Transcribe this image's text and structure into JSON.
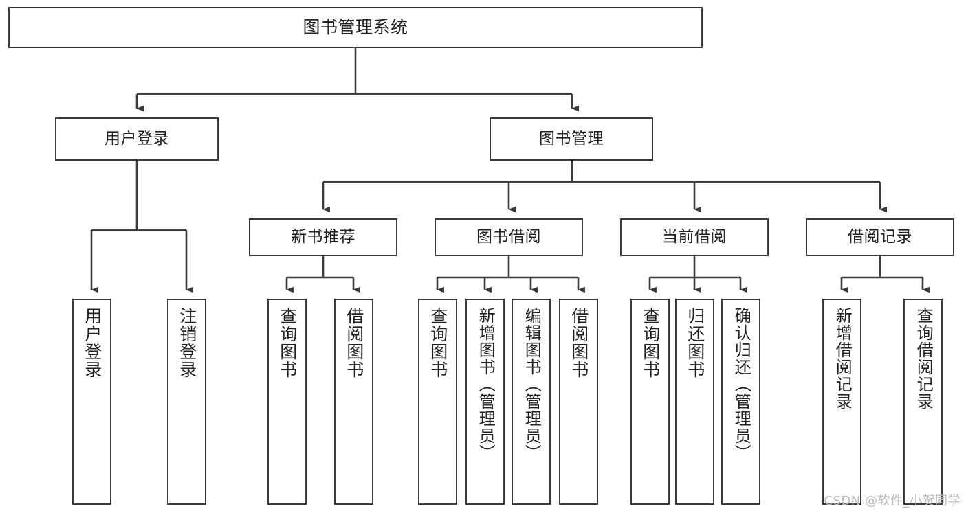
{
  "diagram": {
    "type": "tree",
    "title": "图书管理系统",
    "watermark": "CSDN @软件_小贺同学",
    "colors": {
      "stroke": "#3b3b3b",
      "fill": "#ffffff",
      "text": "#222222",
      "watermark": "#b9b9b9"
    },
    "root": {
      "id": "root",
      "label": "图书管理系统"
    },
    "level2": [
      {
        "id": "user-login",
        "label": "用户登录"
      },
      {
        "id": "book-manage",
        "label": "图书管理"
      }
    ],
    "level3": [
      {
        "id": "new-book-rec",
        "label": "新书推荐",
        "parent": "book-manage"
      },
      {
        "id": "book-borrow",
        "label": "图书借阅",
        "parent": "book-manage"
      },
      {
        "id": "current-borrow",
        "label": "当前借阅",
        "parent": "book-manage"
      },
      {
        "id": "borrow-record",
        "label": "借阅记录",
        "parent": "book-manage"
      }
    ],
    "leaves": {
      "user-login": [
        {
          "id": "leaf-user-login",
          "label": "用户登录"
        },
        {
          "id": "leaf-logout",
          "label": "注销登录"
        }
      ],
      "new-book-rec": [
        {
          "id": "leaf-query-book-1",
          "label": "查询图书"
        },
        {
          "id": "leaf-borrow-book-1",
          "label": "借阅图书"
        }
      ],
      "book-borrow": [
        {
          "id": "leaf-query-book-2",
          "label": "查询图书"
        },
        {
          "id": "leaf-add-book",
          "label": "新增图书（管理员）"
        },
        {
          "id": "leaf-edit-book",
          "label": "编辑图书（管理员）"
        },
        {
          "id": "leaf-borrow-book-2",
          "label": "借阅图书"
        }
      ],
      "current-borrow": [
        {
          "id": "leaf-query-book-3",
          "label": "查询图书"
        },
        {
          "id": "leaf-return-book",
          "label": "归还图书"
        },
        {
          "id": "leaf-confirm-return",
          "label": "确认归还（管理员）"
        }
      ],
      "borrow-record": [
        {
          "id": "leaf-add-record",
          "label": "新增借阅记录"
        },
        {
          "id": "leaf-query-record",
          "label": "查询借阅记录"
        }
      ]
    }
  }
}
